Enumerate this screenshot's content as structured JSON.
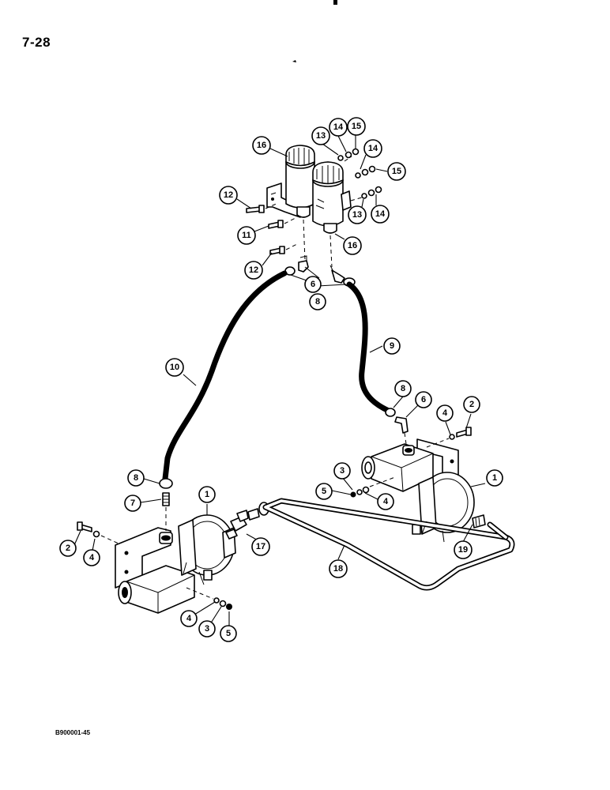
{
  "page": {
    "number": "7-28",
    "figure_code": "B900001-45"
  },
  "diagram": {
    "description_items": [
      "1",
      "2",
      "3",
      "4",
      "5",
      "6",
      "7",
      "8",
      "9",
      "10",
      "11",
      "12",
      "13",
      "14",
      "15",
      "16",
      "17",
      "18",
      "19"
    ]
  },
  "callouts": [
    {
      "id": "c16a",
      "label": "16"
    },
    {
      "id": "c13a",
      "label": "13"
    },
    {
      "id": "c14a",
      "label": "14"
    },
    {
      "id": "c15a",
      "label": "15"
    },
    {
      "id": "c14b",
      "label": "14"
    },
    {
      "id": "c15b",
      "label": "15"
    },
    {
      "id": "c12a",
      "label": "12"
    },
    {
      "id": "c13b",
      "label": "13"
    },
    {
      "id": "c14c",
      "label": "14"
    },
    {
      "id": "c11",
      "label": "11"
    },
    {
      "id": "c16b",
      "label": "16"
    },
    {
      "id": "c12b",
      "label": "12"
    },
    {
      "id": "c6a",
      "label": "6"
    },
    {
      "id": "c8a",
      "label": "8"
    },
    {
      "id": "c9",
      "label": "9"
    },
    {
      "id": "c10",
      "label": "10"
    },
    {
      "id": "c8b",
      "label": "8"
    },
    {
      "id": "c6b",
      "label": "6"
    },
    {
      "id": "c4a",
      "label": "4"
    },
    {
      "id": "c2a",
      "label": "2"
    },
    {
      "id": "c3a",
      "label": "3"
    },
    {
      "id": "c1a",
      "label": "1"
    },
    {
      "id": "c5a",
      "label": "5"
    },
    {
      "id": "c4b",
      "label": "4"
    },
    {
      "id": "c8c",
      "label": "8"
    },
    {
      "id": "c1b",
      "label": "1"
    },
    {
      "id": "c7",
      "label": "7"
    },
    {
      "id": "c2b",
      "label": "2"
    },
    {
      "id": "c4c",
      "label": "4"
    },
    {
      "id": "c17",
      "label": "17"
    },
    {
      "id": "c19",
      "label": "19"
    },
    {
      "id": "c18",
      "label": "18"
    },
    {
      "id": "c4d",
      "label": "4"
    },
    {
      "id": "c3b",
      "label": "3"
    },
    {
      "id": "c5b",
      "label": "5"
    }
  ]
}
